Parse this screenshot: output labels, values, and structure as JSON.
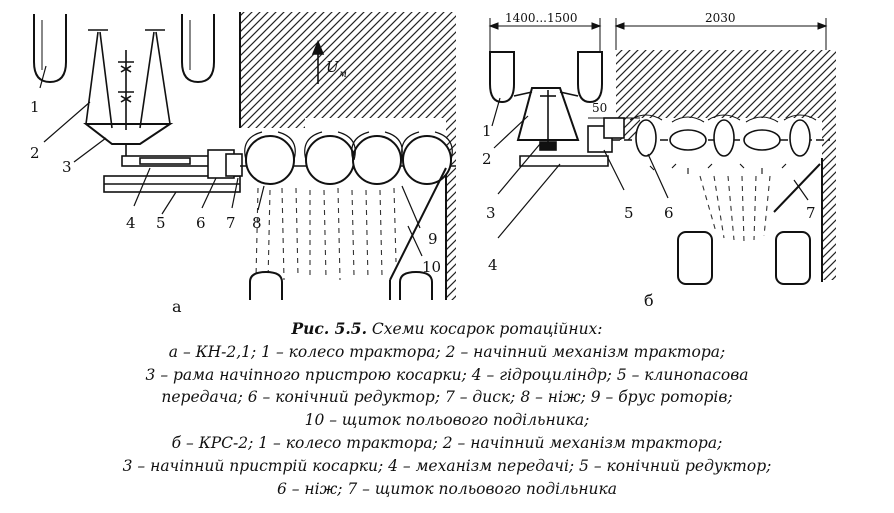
{
  "diagram_a": {
    "labels": [
      "1",
      "2",
      "3",
      "4",
      "5",
      "6",
      "7",
      "8",
      "9",
      "10"
    ],
    "speed_label": "U",
    "speed_sub": "м",
    "sub_label": "а"
  },
  "diagram_b": {
    "labels": [
      "1",
      "2",
      "3",
      "4",
      "5",
      "6",
      "7"
    ],
    "dim_left": "1400...1500",
    "dim_right": "2030",
    "dim_small": "50",
    "sub_label": "б"
  },
  "caption": {
    "title": "Рис. 5.5.",
    "title_rest": " Схеми косарок ротаційних:",
    "lines": [
      "а – КН-2,1; 1 – колесо трактора; 2 – начіпний механізм трактора;",
      "3 – рама начіпного пристрою косарки; 4 – гідроциліндр; 5 – клинопасова",
      "передача; 6 – конічний редуктор; 7 – диск; 8 – ніж; 9 – брус роторів;",
      "10 – щиток польового подільника;",
      "б – КРС-2; 1 – колесо трактора; 2 – начіпний механізм трактора;",
      "3 – начіпний пристрій косарки; 4 – механізм передачі; 5 – конічний редуктор;",
      "6 – ніж; 7 – щиток польового подільника"
    ]
  }
}
